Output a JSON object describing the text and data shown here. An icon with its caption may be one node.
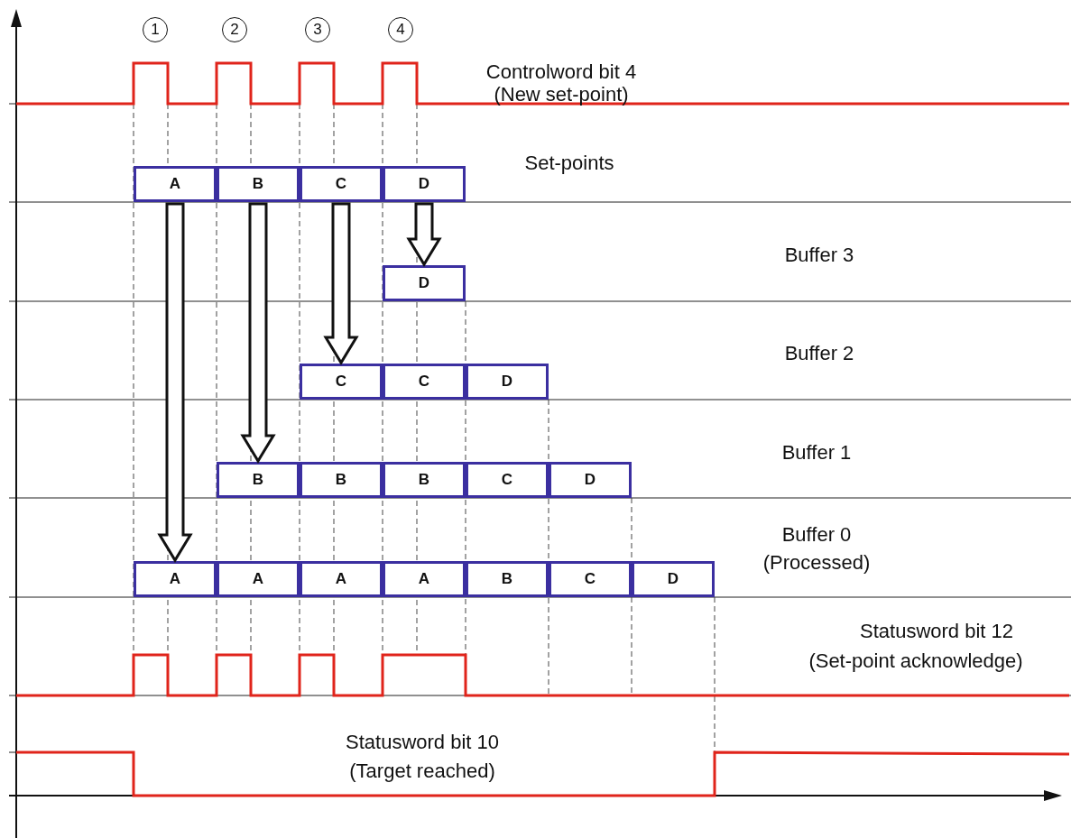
{
  "diagram": {
    "nodes": [
      {
        "text": [
          "1"
        ]
      },
      {
        "text": [
          "2"
        ]
      },
      {
        "text": [
          "3"
        ]
      },
      {
        "text": [
          "4"
        ]
      },
      {
        "text": [
          "A"
        ]
      },
      {
        "text": [
          "B"
        ]
      },
      {
        "text": [
          "C"
        ]
      },
      {
        "text": [
          "D"
        ]
      },
      {
        "text": [
          "D"
        ]
      },
      {
        "text": [
          "C"
        ]
      },
      {
        "text": [
          "C"
        ]
      },
      {
        "text": [
          "D"
        ]
      },
      {
        "text": [
          "B"
        ]
      },
      {
        "text": [
          "B"
        ]
      },
      {
        "text": [
          "B"
        ]
      },
      {
        "text": [
          "C"
        ]
      },
      {
        "text": [
          "D"
        ]
      },
      {
        "text": [
          "A"
        ]
      },
      {
        "text": [
          "A"
        ]
      },
      {
        "text": [
          "A"
        ]
      },
      {
        "text": [
          "A"
        ]
      },
      {
        "text": [
          "B"
        ]
      },
      {
        "text": [
          "C"
        ]
      },
      {
        "text": [
          "D"
        ]
      }
    ],
    "edges": [
      {
        "from": 4,
        "to": 17,
        "arrow": "to",
        "style": "thick"
      },
      {
        "from": 5,
        "to": 12,
        "arrow": "to",
        "style": "thick"
      },
      {
        "from": 6,
        "to": 9,
        "arrow": "to",
        "style": "thick"
      },
      {
        "from": 7,
        "to": 8,
        "arrow": "to",
        "style": "thick"
      }
    ],
    "labels": [
      "Controlword bit 4",
      "(New set-point)",
      "Set-points",
      "Buffer 3",
      "Buffer 2",
      "Buffer 1",
      "Buffer 0",
      "(Processed)",
      "Statusword bit 12",
      "(Set-point acknowledge)",
      "Statusword bit 10",
      "(Target reached)"
    ]
  }
}
